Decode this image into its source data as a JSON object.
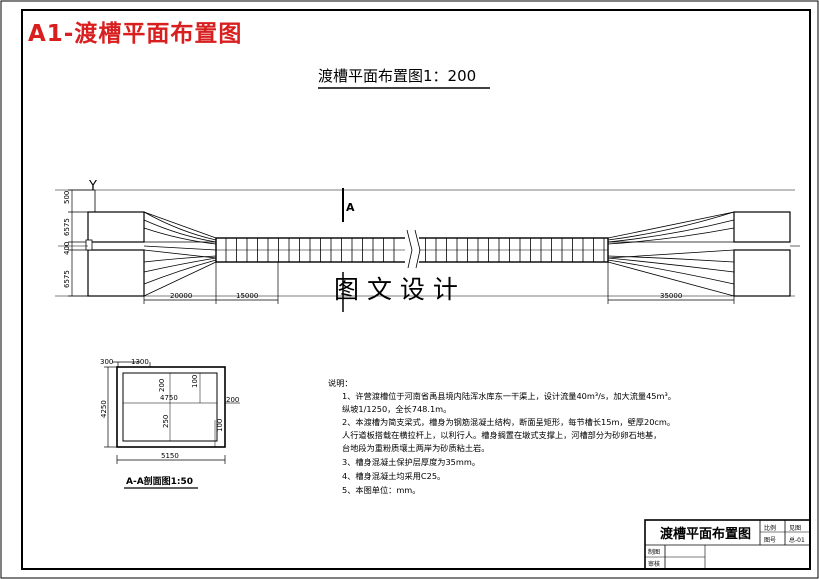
{
  "header": {
    "badge_title": "A1-渡槽平面布置图"
  },
  "plan": {
    "title": "渡槽平面布置图1：200",
    "section_marker": "A",
    "axis_label": "Y",
    "left_dims": [
      "500",
      "6575",
      "400",
      "6575"
    ],
    "bottom_dims": [
      "20000",
      "15000",
      "35000"
    ],
    "watermark": "图 文 设 计"
  },
  "section": {
    "caption": "A-A剖面图1:50",
    "dims": {
      "top_left": "300",
      "top_mid": "1300",
      "inner_a": "200",
      "inner_b": "100",
      "left_height": "4250",
      "inner_width": "4750",
      "right_wall": "200",
      "bottom_inner": "250",
      "bottom_right": "100",
      "bottom_total": "5150"
    }
  },
  "notes": {
    "heading": "说明：",
    "lines": [
      "1、许营渡槽位于河南省禹县境内陆浑水库东一干渠上，设计流量40m³/s，加大流量45m³。",
      "纵坡1/1250，全长748.1m。",
      "2、本渡槽为简支梁式，槽身为钢筋混凝土结构，断面呈矩形，每节槽长15m，壁厚20cm。",
      "人行道板搭载在横拉杆上，以利行人。槽身搁置在墩式支撑上，河槽部分为砂卵石地基，",
      "台地段为重粉质壤土两岸为砂质粘土岩。",
      "3、槽身混凝土保护层厚度为35mm。",
      "4、槽身混凝土均采用C25。",
      "5、本图单位：mm。"
    ]
  },
  "title_block": {
    "title": "渡槽平面布置图",
    "label_scale": "比例",
    "value_scale": "见图",
    "label_sheet": "图号",
    "value_sheet": "总-01",
    "label_drawn": "制图",
    "label_check": "审核"
  }
}
